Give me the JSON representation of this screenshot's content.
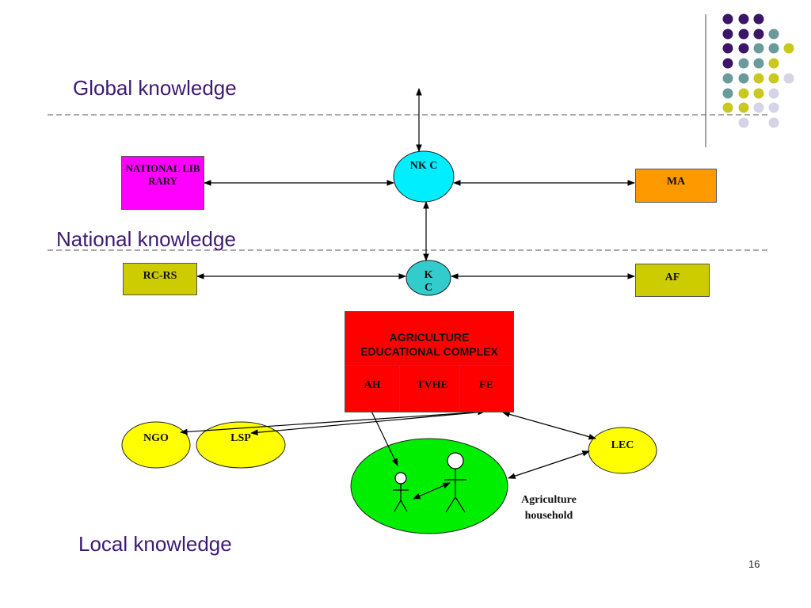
{
  "headings": {
    "global": "Global knowledge",
    "national": "National knowledge",
    "local": "Local knowledge"
  },
  "nodes": {
    "nkc": "NK C",
    "national_library": "NATIONAL LIBRARY",
    "ma": "MA",
    "kc": "K C",
    "rc_rs": "RC-RS",
    "af": "AF",
    "complex_title": "AGRICULTURE EDUCATIONAL COMPLEX",
    "ah": "AH",
    "tvhe": "TVHE",
    "fe": "FE",
    "ngo": "NGO",
    "lsp": "LSP",
    "lec": "LEC",
    "household": "Agriculture household"
  },
  "page_number": "16",
  "colors": {
    "heading": "#3d1a73",
    "nkc": "#00eeff",
    "kc": "#33cccc",
    "national_library": "#ff00ff",
    "ma": "#ff9900",
    "rc_rs": "#cccc00",
    "af": "#cccc00",
    "complex": "#ff0000",
    "yellow_nodes": "#ffff00",
    "household": "#00ee00",
    "dot_purple": "#3b1566",
    "dot_teal": "#6a9b9b",
    "dot_olive": "#c8c81e",
    "dot_lavender": "#d4d4e6"
  }
}
